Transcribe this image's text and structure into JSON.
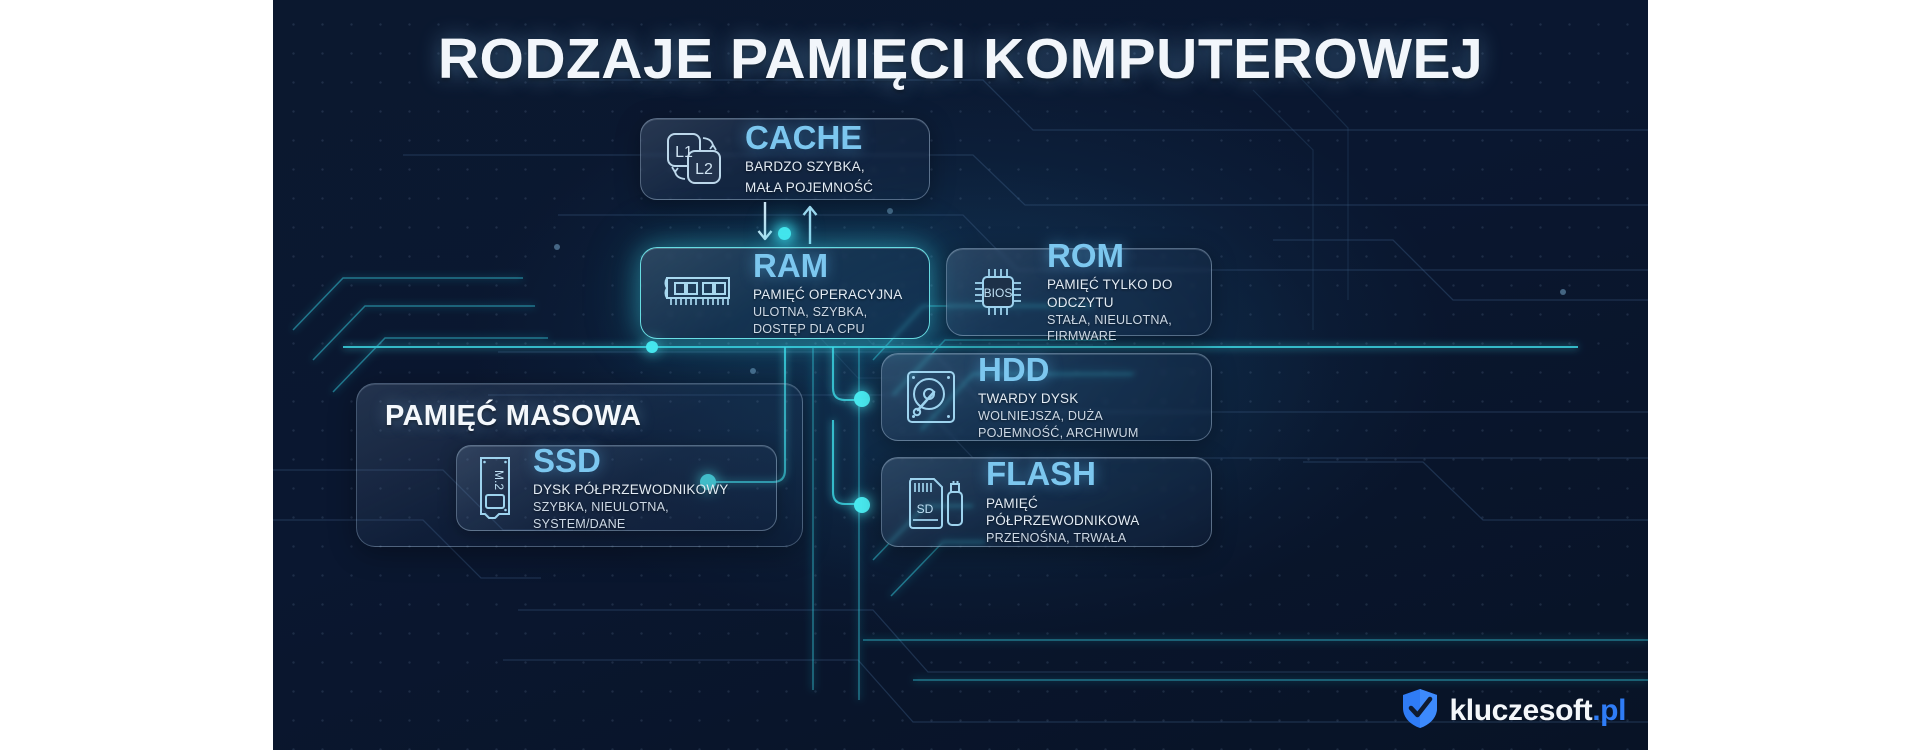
{
  "page": {
    "title": "RODZAJE PAMIĘCI KOMPUTEROWEJ",
    "background_color": "#0b182f",
    "accent_color": "#46e8ee",
    "heading_color": "#7cc7ef"
  },
  "cards": {
    "cache": {
      "title": "CACHE",
      "line1": "BARDZO SZYBKA,",
      "line2": "MAŁA POJEMNOŚĆ",
      "icon": "cache-l1-l2-icon",
      "icon_labels": [
        "L1",
        "L2"
      ],
      "highlighted": false
    },
    "ram": {
      "title": "RAM",
      "line1": "PAMIĘĆ OPERACYJNA",
      "line2": "ULOTNA, SZYBKA, DOSTĘP DLA CPU",
      "icon": "ram-module-icon",
      "highlighted": true
    },
    "rom": {
      "title": "ROM",
      "line1": "PAMIĘĆ TYLKO DO ODCZYTU",
      "line2": "STAŁA, NIEULOTNA, FIRMWARE",
      "icon": "bios-chip-icon",
      "icon_labels": [
        "BIOS"
      ],
      "highlighted": false
    },
    "hdd": {
      "title": "HDD",
      "line1": "TWARDY DYSK",
      "line2": "WOLNIEJSZA, DUŻA POJEMNOŚĆ, ARCHIWUM",
      "icon": "hard-disk-icon",
      "highlighted": false
    },
    "flash": {
      "title": "FLASH",
      "line1": "PAMIĘĆ PÓŁPRZEWODNIKOWA",
      "line2": "PRZENOŚNA, TRWAŁA",
      "icon": "sd-card-usb-drive-icon",
      "icon_labels": [
        "SD"
      ],
      "highlighted": false
    },
    "ssd": {
      "title": "SSD",
      "line1": "DYSK PÓŁPRZEWODNIKOWY",
      "line2": "SZYBKA, NIEULOTNA, SYSTEM/DANE",
      "icon": "m2-ssd-icon",
      "icon_labels": [
        "M.2"
      ],
      "highlighted": false
    }
  },
  "groups": {
    "mass_storage": {
      "title": "PAMIĘĆ MASOWA",
      "members": [
        "ssd"
      ]
    }
  },
  "connectors": {
    "cache_ram": {
      "down_arrow": "arrow-down-icon",
      "up_arrow": "arrow-up-icon",
      "node": "connector-node"
    },
    "nodes_count": 4
  },
  "logo": {
    "icon": "shield-check-icon",
    "name": "kluczesoft",
    "tld": ".pl",
    "shield_color": "#2f7cf6"
  }
}
